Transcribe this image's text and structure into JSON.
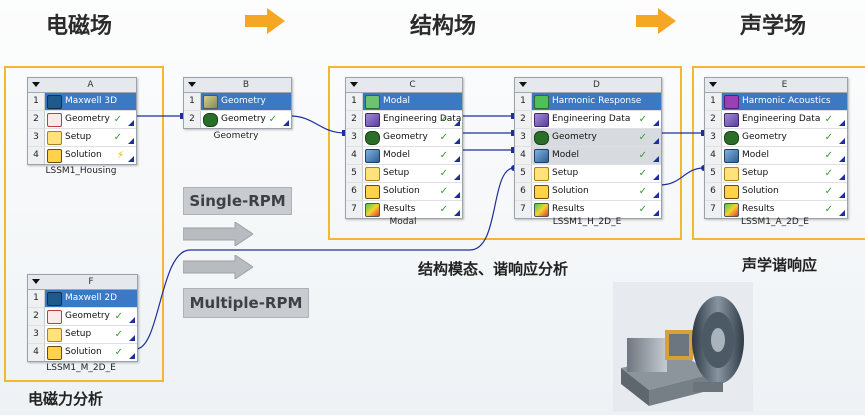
{
  "headings": {
    "em_field": "电磁场",
    "structural_field": "结构场",
    "acoustic_field": "声学场"
  },
  "captions": {
    "em_force": "电磁力分析",
    "structural": "结构模态、谐响应分析",
    "acoustic": "声学谐响应"
  },
  "rpm_buttons": {
    "single": "Single-RPM",
    "multiple": "Multiple-RPM"
  },
  "systems": {
    "A": {
      "letter": "A",
      "name": "LSSM1_Housing",
      "rows": [
        {
          "num": "1",
          "label": "Maxwell 3D",
          "icon": "maxwell-3d-icon",
          "status": ""
        },
        {
          "num": "2",
          "label": "Geometry",
          "icon": "geometry-icon",
          "status": "check"
        },
        {
          "num": "3",
          "label": "Setup",
          "icon": "setup-icon",
          "status": "check"
        },
        {
          "num": "4",
          "label": "Solution",
          "icon": "solution-icon",
          "status": "bolt"
        }
      ]
    },
    "B": {
      "letter": "B",
      "name": "Geometry",
      "rows": [
        {
          "num": "1",
          "label": "Geometry",
          "icon": "geometry-cube-icon",
          "status": ""
        },
        {
          "num": "2",
          "label": "Geometry",
          "icon": "dm-icon",
          "status": "check"
        }
      ]
    },
    "C": {
      "letter": "C",
      "name": "Modal",
      "rows": [
        {
          "num": "1",
          "label": "Modal",
          "icon": "modal-icon",
          "status": ""
        },
        {
          "num": "2",
          "label": "Engineering Data",
          "icon": "engineering-data-icon",
          "status": "check"
        },
        {
          "num": "3",
          "label": "Geometry",
          "icon": "dm-icon",
          "status": "check"
        },
        {
          "num": "4",
          "label": "Model",
          "icon": "model-icon",
          "status": "check"
        },
        {
          "num": "5",
          "label": "Setup",
          "icon": "setup-icon",
          "status": "check"
        },
        {
          "num": "6",
          "label": "Solution",
          "icon": "solution-icon",
          "status": "check"
        },
        {
          "num": "7",
          "label": "Results",
          "icon": "results-icon",
          "status": "check"
        }
      ]
    },
    "D": {
      "letter": "D",
      "name": "LSSM1_H_2D_E",
      "rows": [
        {
          "num": "1",
          "label": "Harmonic Response",
          "icon": "harmonic-icon",
          "status": ""
        },
        {
          "num": "2",
          "label": "Engineering Data",
          "icon": "engineering-data-icon",
          "status": "check"
        },
        {
          "num": "3",
          "label": "Geometry",
          "icon": "dm-icon",
          "status": "check"
        },
        {
          "num": "4",
          "label": "Model",
          "icon": "model-icon",
          "status": "check"
        },
        {
          "num": "5",
          "label": "Setup",
          "icon": "setup-icon",
          "status": "check"
        },
        {
          "num": "6",
          "label": "Solution",
          "icon": "solution-icon",
          "status": "check"
        },
        {
          "num": "7",
          "label": "Results",
          "icon": "results-icon",
          "status": "check"
        }
      ]
    },
    "E": {
      "letter": "E",
      "name": "LSSM1_A_2D_E",
      "rows": [
        {
          "num": "1",
          "label": "Harmonic Acoustics",
          "icon": "acoustics-icon",
          "status": ""
        },
        {
          "num": "2",
          "label": "Engineering Data",
          "icon": "engineering-data-icon",
          "status": "check"
        },
        {
          "num": "3",
          "label": "Geometry",
          "icon": "dm-icon",
          "status": "check"
        },
        {
          "num": "4",
          "label": "Model",
          "icon": "model-icon",
          "status": "check"
        },
        {
          "num": "5",
          "label": "Setup",
          "icon": "setup-icon",
          "status": "check"
        },
        {
          "num": "6",
          "label": "Solution",
          "icon": "solution-icon",
          "status": "check"
        },
        {
          "num": "7",
          "label": "Results",
          "icon": "results-icon",
          "status": "check"
        }
      ]
    },
    "F": {
      "letter": "F",
      "name": "LSSM1_M_2D_E",
      "rows": [
        {
          "num": "1",
          "label": "Maxwell 2D",
          "icon": "maxwell-2d-icon",
          "status": ""
        },
        {
          "num": "2",
          "label": "Geometry",
          "icon": "geometry-icon",
          "status": "check"
        },
        {
          "num": "3",
          "label": "Setup",
          "icon": "setup-icon",
          "status": "check"
        },
        {
          "num": "4",
          "label": "Solution",
          "icon": "solution-icon",
          "status": "check"
        }
      ]
    }
  },
  "glyphs": {
    "check": "✓",
    "bolt": "⚡"
  },
  "colors": {
    "frame": "#f5b731",
    "header_row": "#3b79c4",
    "link": "#1d2e9e",
    "arrow_orange": "#f5a623"
  }
}
